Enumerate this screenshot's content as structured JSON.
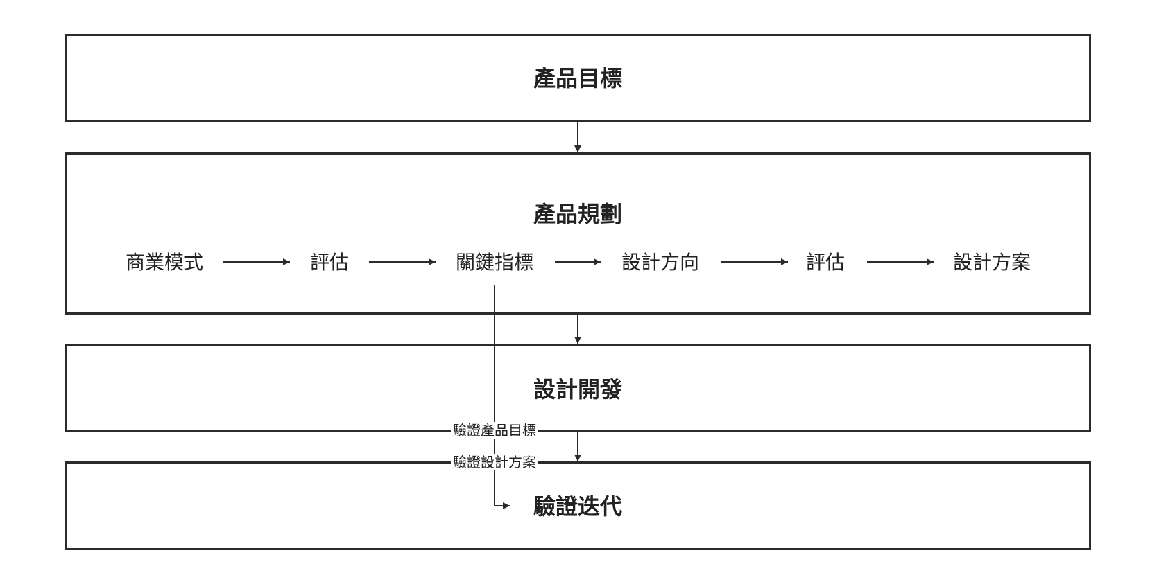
{
  "boxes": {
    "goal": "產品目標",
    "planning": "產品規劃",
    "development": "設計開發",
    "iteration": "驗證迭代"
  },
  "planning_steps": [
    "商業模式",
    "評估",
    "關鍵指標",
    "設計方向",
    "評估",
    "設計方案"
  ],
  "edge_labels": {
    "verify_goal": "驗證產品目標",
    "verify_solution": "驗證設計方案"
  },
  "colors": {
    "stroke": "#2b2b2b",
    "text": "#222222",
    "background": "#ffffff"
  }
}
